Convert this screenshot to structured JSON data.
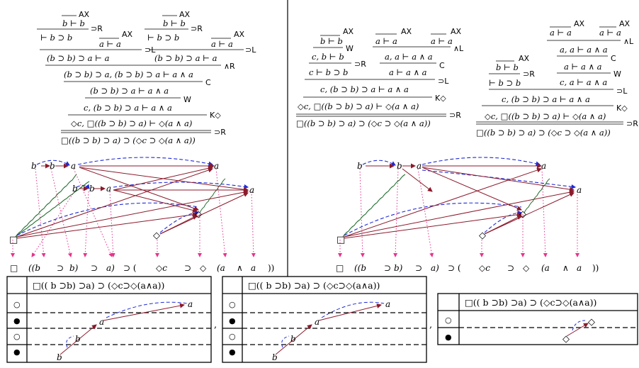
{
  "left_proof": {
    "rows": [
      {
        "premise": "",
        "conclusion": "b ⊢ b",
        "rule": "AX"
      },
      {
        "premise": "",
        "conclusion": "⊢ b ⊃ b",
        "rule": "⊃R"
      },
      {
        "premise": "",
        "conclusion": "a ⊢ a",
        "rule": "AX"
      },
      {
        "premise": "",
        "conclusion": "(b ⊃ b) ⊃ a ⊢ a",
        "rule": "⊃L"
      },
      {
        "premise": "",
        "conclusion": "b ⊢ b",
        "rule": "AX"
      },
      {
        "premise": "",
        "conclusion": "⊢ b ⊃ b",
        "rule": "⊃R"
      },
      {
        "premise": "",
        "conclusion": "a ⊢ a",
        "rule": "AX"
      },
      {
        "premise": "",
        "conclusion": "(b ⊃ b) ⊃ a ⊢ a",
        "rule": "⊃L"
      },
      {
        "premise": "",
        "conclusion": "(b ⊃ b) ⊃ a, (b ⊃ b) ⊃ a ⊢ a ∧ a",
        "rule": "∧R"
      },
      {
        "premise": "",
        "conclusion": "(b ⊃ b) ⊃ a ⊢ a ∧ a",
        "rule": "C"
      },
      {
        "premise": "",
        "conclusion": "c, (b ⊃ b) ⊃ a ⊢ a ∧ a",
        "rule": "W"
      },
      {
        "premise": "",
        "conclusion": "◇c, □((b ⊃ b) ⊃ a) ⊢ ◇(a ∧ a)",
        "rule": "K◇"
      },
      {
        "premise": "",
        "conclusion": "□((b ⊃ b) ⊃ a) ⊃ (◇c ⊃ ◇(a ∧ a))",
        "rule": "⊃R"
      }
    ]
  },
  "right_proof_a": {
    "lines": [
      "b ⊢ b",
      "c, b ⊢ b",
      "c ⊢ b ⊃ b",
      "a ⊢ a",
      "a, a ⊢ a ∧ a",
      "a ⊢ a ∧ a",
      "c, (b ⊃ b) ⊃ a ⊢ a ∧ a",
      "◇c, □((b ⊃ b) ⊃ a) ⊢ ◇(a ∧ a)",
      "□((b ⊃ b) ⊃ a) ⊃ (◇c ⊃ ◇(a ∧ a))"
    ],
    "rules": [
      "AX",
      "W",
      "⊃R",
      "AX",
      "AX",
      "∧L",
      "C",
      "⊃L",
      "K◇",
      "⊃R"
    ]
  },
  "right_proof_b": {
    "lines": [
      "b ⊢ b",
      "⊢ b ⊃ b",
      "a ⊢ a",
      "a ⊢ a",
      "a, a ⊢ a ∧ a",
      "a ⊢ a ∧ a",
      "c, a ⊢ a ∧ a",
      "c, (b ⊃ b) ⊃ a ⊢ a ∧ a",
      "◇c, □((b ⊃ b) ⊃ a) ⊢ ◇(a ∧ a)",
      "□((b ⊃ b) ⊃ a) ⊃ (◇c ⊃ ◇(a ∧ a))"
    ],
    "rules": [
      "AX",
      "⊃R",
      "AX",
      "AX",
      "∧L",
      "C",
      "W",
      "⊃L",
      "K◇",
      "⊃R"
    ]
  },
  "formula_tokens": [
    "□",
    "((b",
    "⊃",
    "b)",
    "⊃",
    "a)",
    "⊃ (",
    "◇c",
    "⊃",
    "◇",
    "(a",
    "∧",
    "a",
    "))"
  ],
  "graph_labels": {
    "b": "b",
    "a": "a",
    "box": "□",
    "diamond": "◇"
  },
  "tables": {
    "header": "□(( b ⊃b) ⊃a) ⊃ (◇c⊃◇(a∧a))",
    "polarities": [
      "○",
      "●",
      "○",
      "●"
    ],
    "polarities_short": [
      "○",
      "●"
    ],
    "labels": {
      "a": "a",
      "b": "b"
    },
    "separator": ","
  },
  "colors": {
    "proof_ink": "#000000",
    "arrow": "#8b1a2b",
    "dashed": "#1f2bd6",
    "wavy": "#1e6b2a",
    "dotted": "#e6338c"
  }
}
